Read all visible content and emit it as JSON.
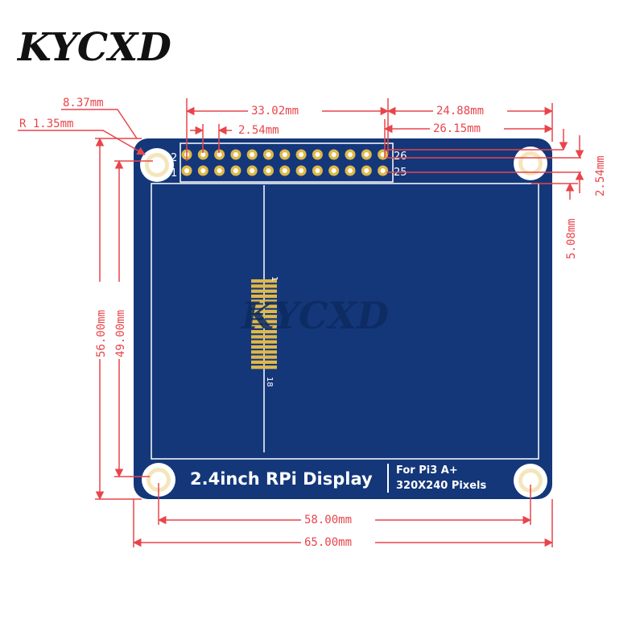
{
  "brand": {
    "logo_text": "KYCXD",
    "watermark_text": "KYCXD"
  },
  "board": {
    "title": "2.4inch RPi Display",
    "subtitle_line1": "For Pi3 A+",
    "subtitle_line2": "320X240 Pixels",
    "pin_label_2": "2",
    "pin_label_1": "1",
    "pin_label_26": "26",
    "pin_label_25": "25",
    "fpc_label_top": "1",
    "fpc_label_bottom": "18"
  },
  "dimensions": {
    "hole_offset": "8.37mm",
    "hole_radius": "R 1.35mm",
    "header_span": "33.02mm",
    "pin_pitch": "2.54mm",
    "right_to_header": "24.88mm",
    "right_to_pin": "26.15mm",
    "row_pitch_vertical": "2.54mm",
    "top_to_screen": "5.08mm",
    "board_height": "56.00mm",
    "hole_spacing_vertical": "49.00mm",
    "hole_spacing_horizontal": "58.00mm",
    "board_width": "65.00mm"
  },
  "colors": {
    "board": "#14377a",
    "silkscreen": "#ffffff",
    "gold": "#e0b84a",
    "dimension": "#e8454b"
  }
}
